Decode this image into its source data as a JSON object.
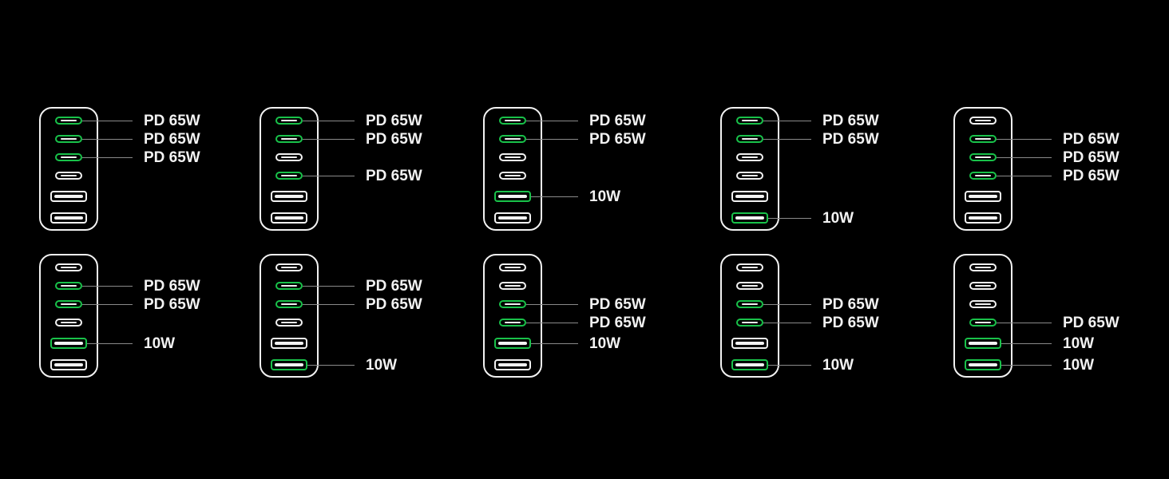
{
  "colors": {
    "background": "#000000",
    "outline": "#f2f2f2",
    "active": "#19c24a",
    "leader": "#8a8a8a"
  },
  "port_types": [
    "usb-c",
    "usb-c",
    "usb-c",
    "usb-c",
    "usb-a",
    "usb-a"
  ],
  "configurations": [
    {
      "row": 1,
      "col": 1,
      "active": [
        true,
        true,
        true,
        false,
        false,
        false
      ],
      "labels": [
        "PD 65W",
        "PD 65W",
        "PD 65W"
      ]
    },
    {
      "row": 1,
      "col": 2,
      "active": [
        true,
        true,
        false,
        true,
        false,
        false
      ],
      "labels": [
        "PD 65W",
        "PD 65W",
        "PD 65W"
      ]
    },
    {
      "row": 1,
      "col": 3,
      "active": [
        true,
        true,
        false,
        false,
        true,
        false
      ],
      "labels": [
        "PD 65W",
        "PD 65W",
        "10W"
      ]
    },
    {
      "row": 1,
      "col": 4,
      "active": [
        true,
        true,
        false,
        false,
        false,
        true
      ],
      "labels": [
        "PD 65W",
        "PD 65W",
        "10W"
      ]
    },
    {
      "row": 1,
      "col": 5,
      "active": [
        false,
        true,
        true,
        true,
        false,
        false
      ],
      "labels": [
        "PD 65W",
        "PD 65W",
        "PD 65W"
      ]
    },
    {
      "row": 2,
      "col": 1,
      "active": [
        false,
        true,
        true,
        false,
        true,
        false
      ],
      "labels": [
        "PD 65W",
        "PD 65W",
        "10W"
      ]
    },
    {
      "row": 2,
      "col": 2,
      "active": [
        false,
        true,
        true,
        false,
        false,
        true
      ],
      "labels": [
        "PD 65W",
        "PD 65W",
        "10W"
      ]
    },
    {
      "row": 2,
      "col": 3,
      "active": [
        false,
        false,
        true,
        true,
        true,
        false
      ],
      "labels": [
        "PD 65W",
        "PD 65W",
        "10W"
      ]
    },
    {
      "row": 2,
      "col": 4,
      "active": [
        false,
        false,
        true,
        true,
        false,
        true
      ],
      "labels": [
        "PD 65W",
        "PD 65W",
        "10W"
      ]
    },
    {
      "row": 2,
      "col": 5,
      "active": [
        false,
        false,
        false,
        true,
        true,
        true
      ],
      "labels": [
        "PD 65W",
        "10W",
        "10W"
      ]
    }
  ]
}
